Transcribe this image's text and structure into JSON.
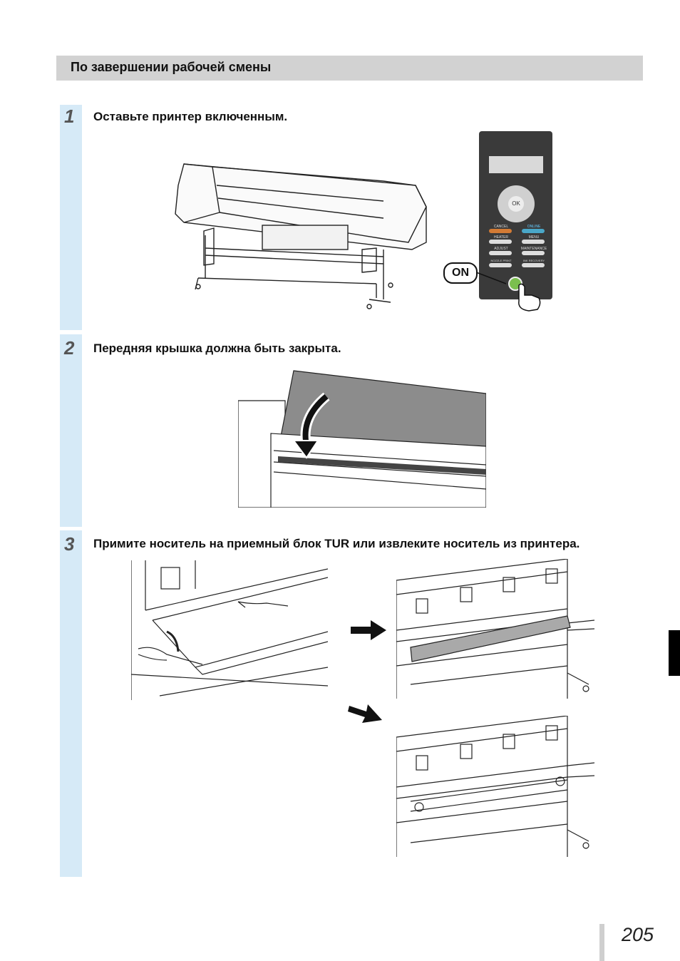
{
  "section": {
    "title": "По завершении рабочей смены"
  },
  "steps": [
    {
      "number": "1",
      "text": "Оставьте принтер включенным."
    },
    {
      "number": "2",
      "text": "Передняя крышка должна быть закрыта."
    },
    {
      "number": "3",
      "text": "Примите носитель на приемный блок TUR или извлеките носитель из принтера."
    }
  ],
  "panel": {
    "ok_label": "OK",
    "cancel_label": "CANCEL",
    "online_label": "ONLINE",
    "heater_label": "HEATER",
    "menu_label": "MENU",
    "adjust_label": "ADJUST",
    "maintenance_label": "MAINTENANCE",
    "nozzle_print_label": "NOZZLE PRINT",
    "ink_recovery_label": "INK RECOVERY",
    "on_callout": "ON"
  },
  "page_number": "205"
}
